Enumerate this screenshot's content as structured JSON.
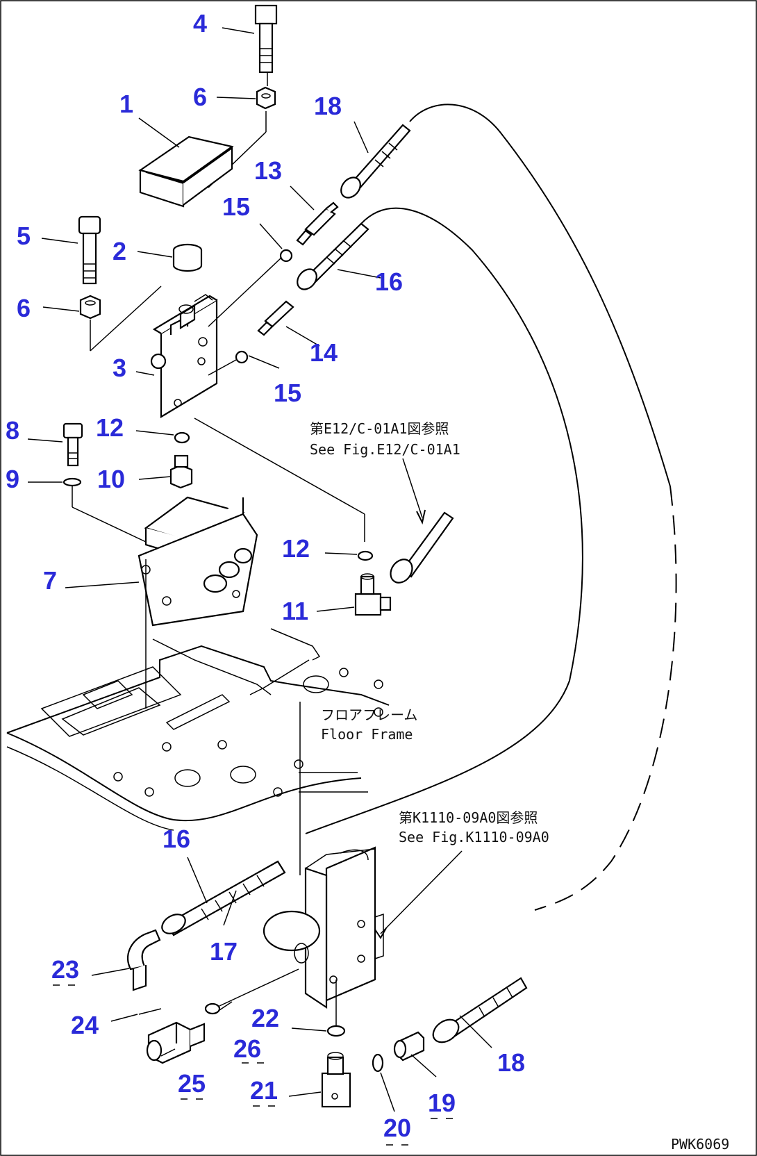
{
  "labels": [
    {
      "id": "4",
      "text": "4"
    },
    {
      "id": "6a",
      "text": "6"
    },
    {
      "id": "1",
      "text": "1"
    },
    {
      "id": "18a",
      "text": "18"
    },
    {
      "id": "13",
      "text": "13"
    },
    {
      "id": "15a",
      "text": "15"
    },
    {
      "id": "5",
      "text": "5"
    },
    {
      "id": "2",
      "text": "2"
    },
    {
      "id": "16a",
      "text": "16"
    },
    {
      "id": "6b",
      "text": "6"
    },
    {
      "id": "14",
      "text": "14"
    },
    {
      "id": "3",
      "text": "3"
    },
    {
      "id": "15b",
      "text": "15"
    },
    {
      "id": "8",
      "text": "8"
    },
    {
      "id": "12a",
      "text": "12"
    },
    {
      "id": "9",
      "text": "9"
    },
    {
      "id": "10",
      "text": "10"
    },
    {
      "id": "12b",
      "text": "12"
    },
    {
      "id": "7",
      "text": "7"
    },
    {
      "id": "11",
      "text": "11"
    },
    {
      "id": "16b",
      "text": "16"
    },
    {
      "id": "17",
      "text": "17"
    },
    {
      "id": "23",
      "text": "23"
    },
    {
      "id": "24",
      "text": "24"
    },
    {
      "id": "22",
      "text": "22"
    },
    {
      "id": "26",
      "text": "26"
    },
    {
      "id": "18b",
      "text": "18"
    },
    {
      "id": "25",
      "text": "25"
    },
    {
      "id": "21",
      "text": "21"
    },
    {
      "id": "19",
      "text": "19"
    },
    {
      "id": "20",
      "text": "20"
    }
  ],
  "notes": {
    "ref_top_jp": "第E12/C-01A1図参照",
    "ref_top_en": "See Fig.E12/C-01A1",
    "floor_jp": "フロアフレーム",
    "floor_en": "Floor Frame",
    "ref_bottom_jp": "第K1110-09A0図参照",
    "ref_bottom_en": "See Fig.K1110-09A0",
    "drawing_code": "PWK6069"
  },
  "colors": {
    "label": "#2a2ad8",
    "line": "#000000",
    "background": "#ffffff"
  }
}
